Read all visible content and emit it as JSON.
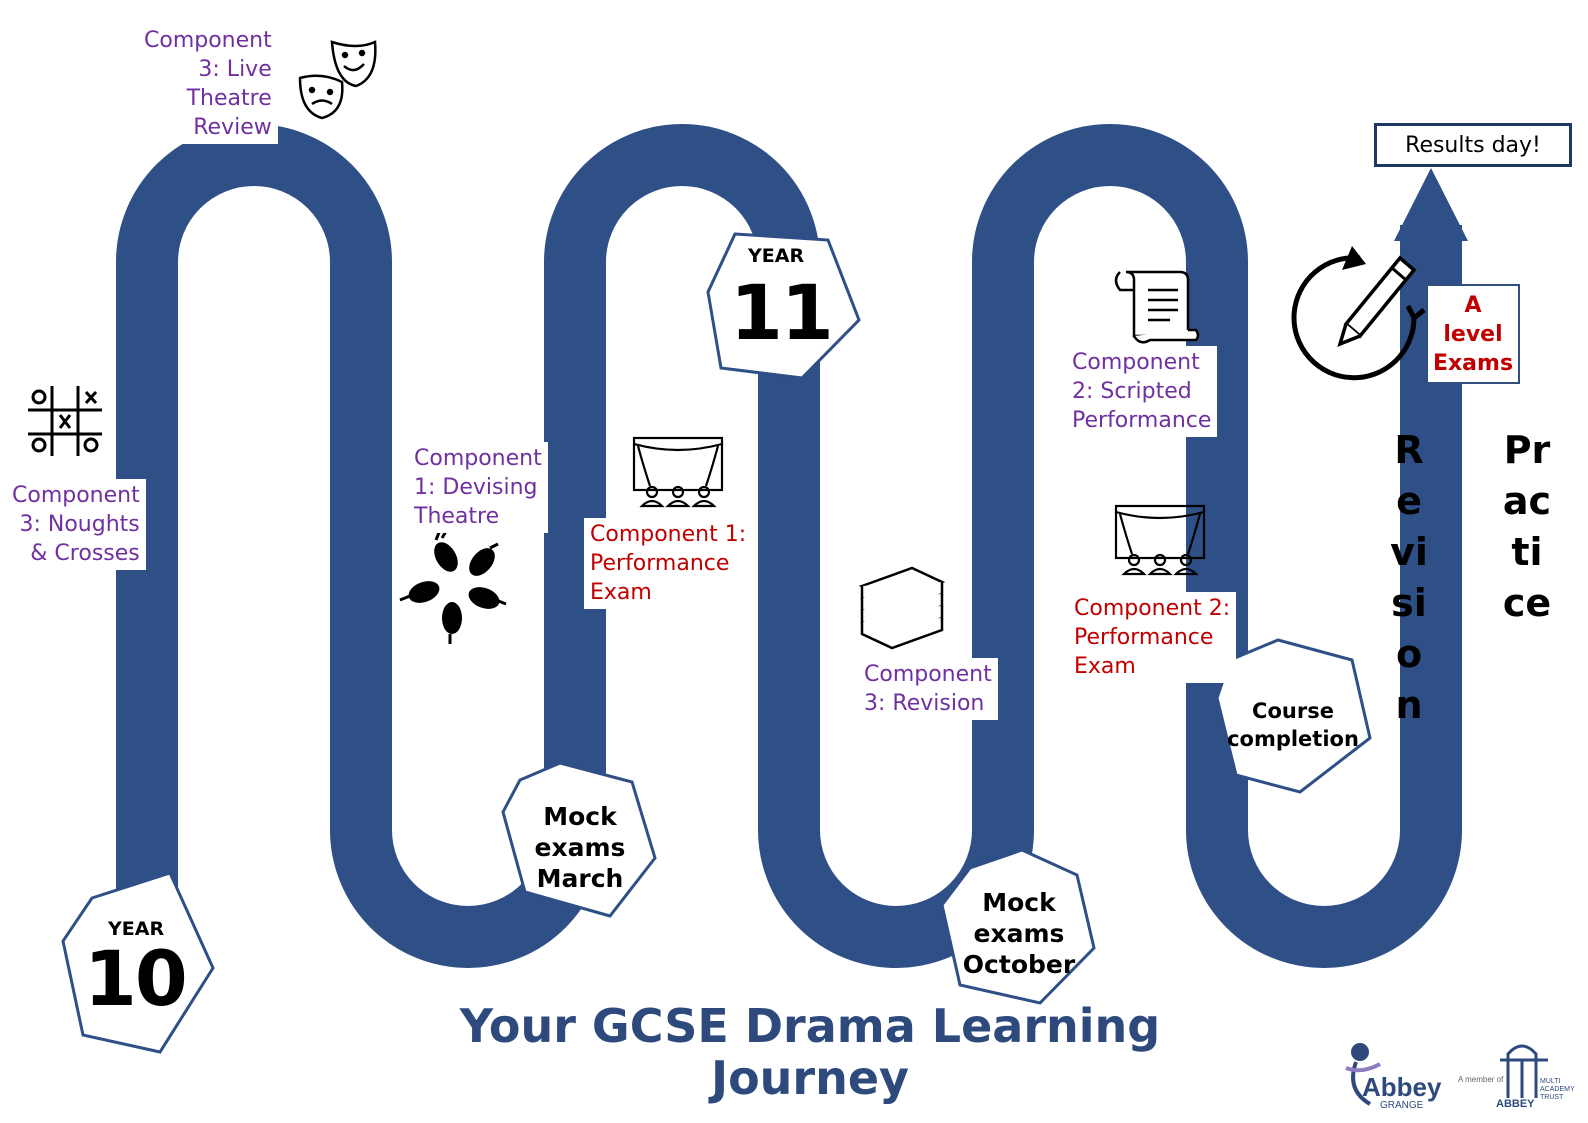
{
  "title": "Your GCSE Drama Learning Journey",
  "colors": {
    "road": "#2f4f87",
    "purple": "#7030a0",
    "red": "#c00000",
    "title": "#2e4a7d"
  },
  "years": [
    {
      "word": "YEAR",
      "number": "10"
    },
    {
      "word": "YEAR",
      "number": "11"
    }
  ],
  "milestones": {
    "mock_march": "Mock\nexams\nMarch",
    "mock_october": "Mock\nexams\nOctober",
    "course_completion": "Course\ncompletion"
  },
  "labels": {
    "live_theatre": "Component\n3: Live\nTheatre\nReview",
    "noughts": "Component\n3: Noughts\n& Crosses",
    "devising": "Component\n1: Devising\nTheatre",
    "perf_exam_1": "Component 1:\nPerformance\nExam",
    "revision_3": "Component\n3: Revision",
    "scripted": "Component\n2: Scripted\nPerformance",
    "perf_exam_2": "Component 2:\nPerformance\nExam"
  },
  "results_day": "Results day!",
  "a_level": "A\nlevel\nExams",
  "revision_vertical": "Revision",
  "practice_vertical": "Practice",
  "icons": [
    "theatre-masks-icon",
    "noughts-crosses-icon",
    "hands-circle-icon",
    "stage-audience-icon",
    "books-icon",
    "scroll-script-icon",
    "pencil-refresh-icon"
  ],
  "logos": {
    "abbey_grange": "Abbey",
    "abbey_grange_sub": "GRANGE",
    "member_of": "A member of",
    "trust_name": "ABBEY",
    "trust_sub": "MULTI ACADEMY TRUST"
  }
}
